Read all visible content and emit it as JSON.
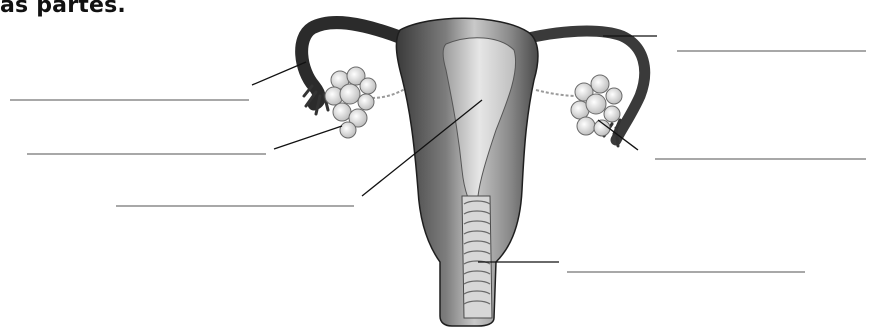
{
  "heading": "as partes.",
  "figure": {
    "subject": "uterus-ovaries-anatomy",
    "answer_line_color": "#a8a8a8",
    "leader_line_color": "#111111",
    "blanks": [
      {
        "name": "answer-blank-1",
        "value": ""
      },
      {
        "name": "answer-blank-2",
        "value": ""
      },
      {
        "name": "answer-blank-3",
        "value": ""
      },
      {
        "name": "answer-blank-4",
        "value": ""
      },
      {
        "name": "answer-blank-5",
        "value": ""
      },
      {
        "name": "answer-blank-6",
        "value": ""
      }
    ]
  }
}
